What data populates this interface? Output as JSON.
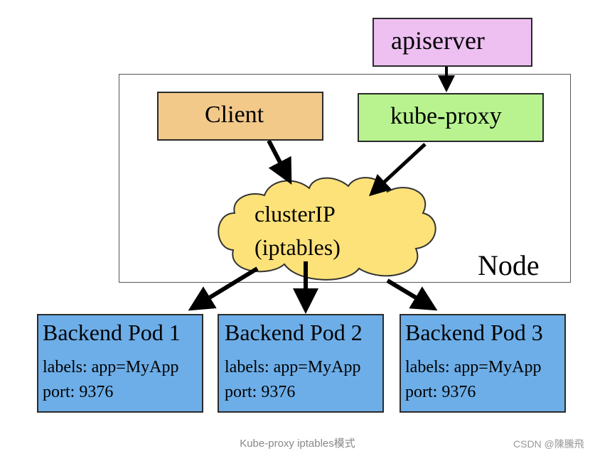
{
  "diagram": {
    "node_label": "Node",
    "apiserver": "apiserver",
    "client": "Client",
    "kube_proxy": "kube-proxy",
    "cluster_ip": {
      "line1": "clusterIP",
      "line2": "(iptables)"
    },
    "pods": [
      {
        "title": "Backend Pod 1",
        "labels": "labels: app=MyApp",
        "port": "port: 9376"
      },
      {
        "title": "Backend Pod 2",
        "labels": "labels: app=MyApp",
        "port": "port: 9376"
      },
      {
        "title": "Backend Pod 3",
        "labels": "labels: app=MyApp",
        "port": "port: 9376"
      }
    ],
    "colors": {
      "apiserver": "#eec0f2",
      "client": "#f3c98a",
      "kube_proxy": "#b8f390",
      "cloud": "#fde27a",
      "pod": "#6daee8"
    }
  },
  "caption": "Kube-proxy iptables模式",
  "watermark": "CSDN @陳騰飛"
}
